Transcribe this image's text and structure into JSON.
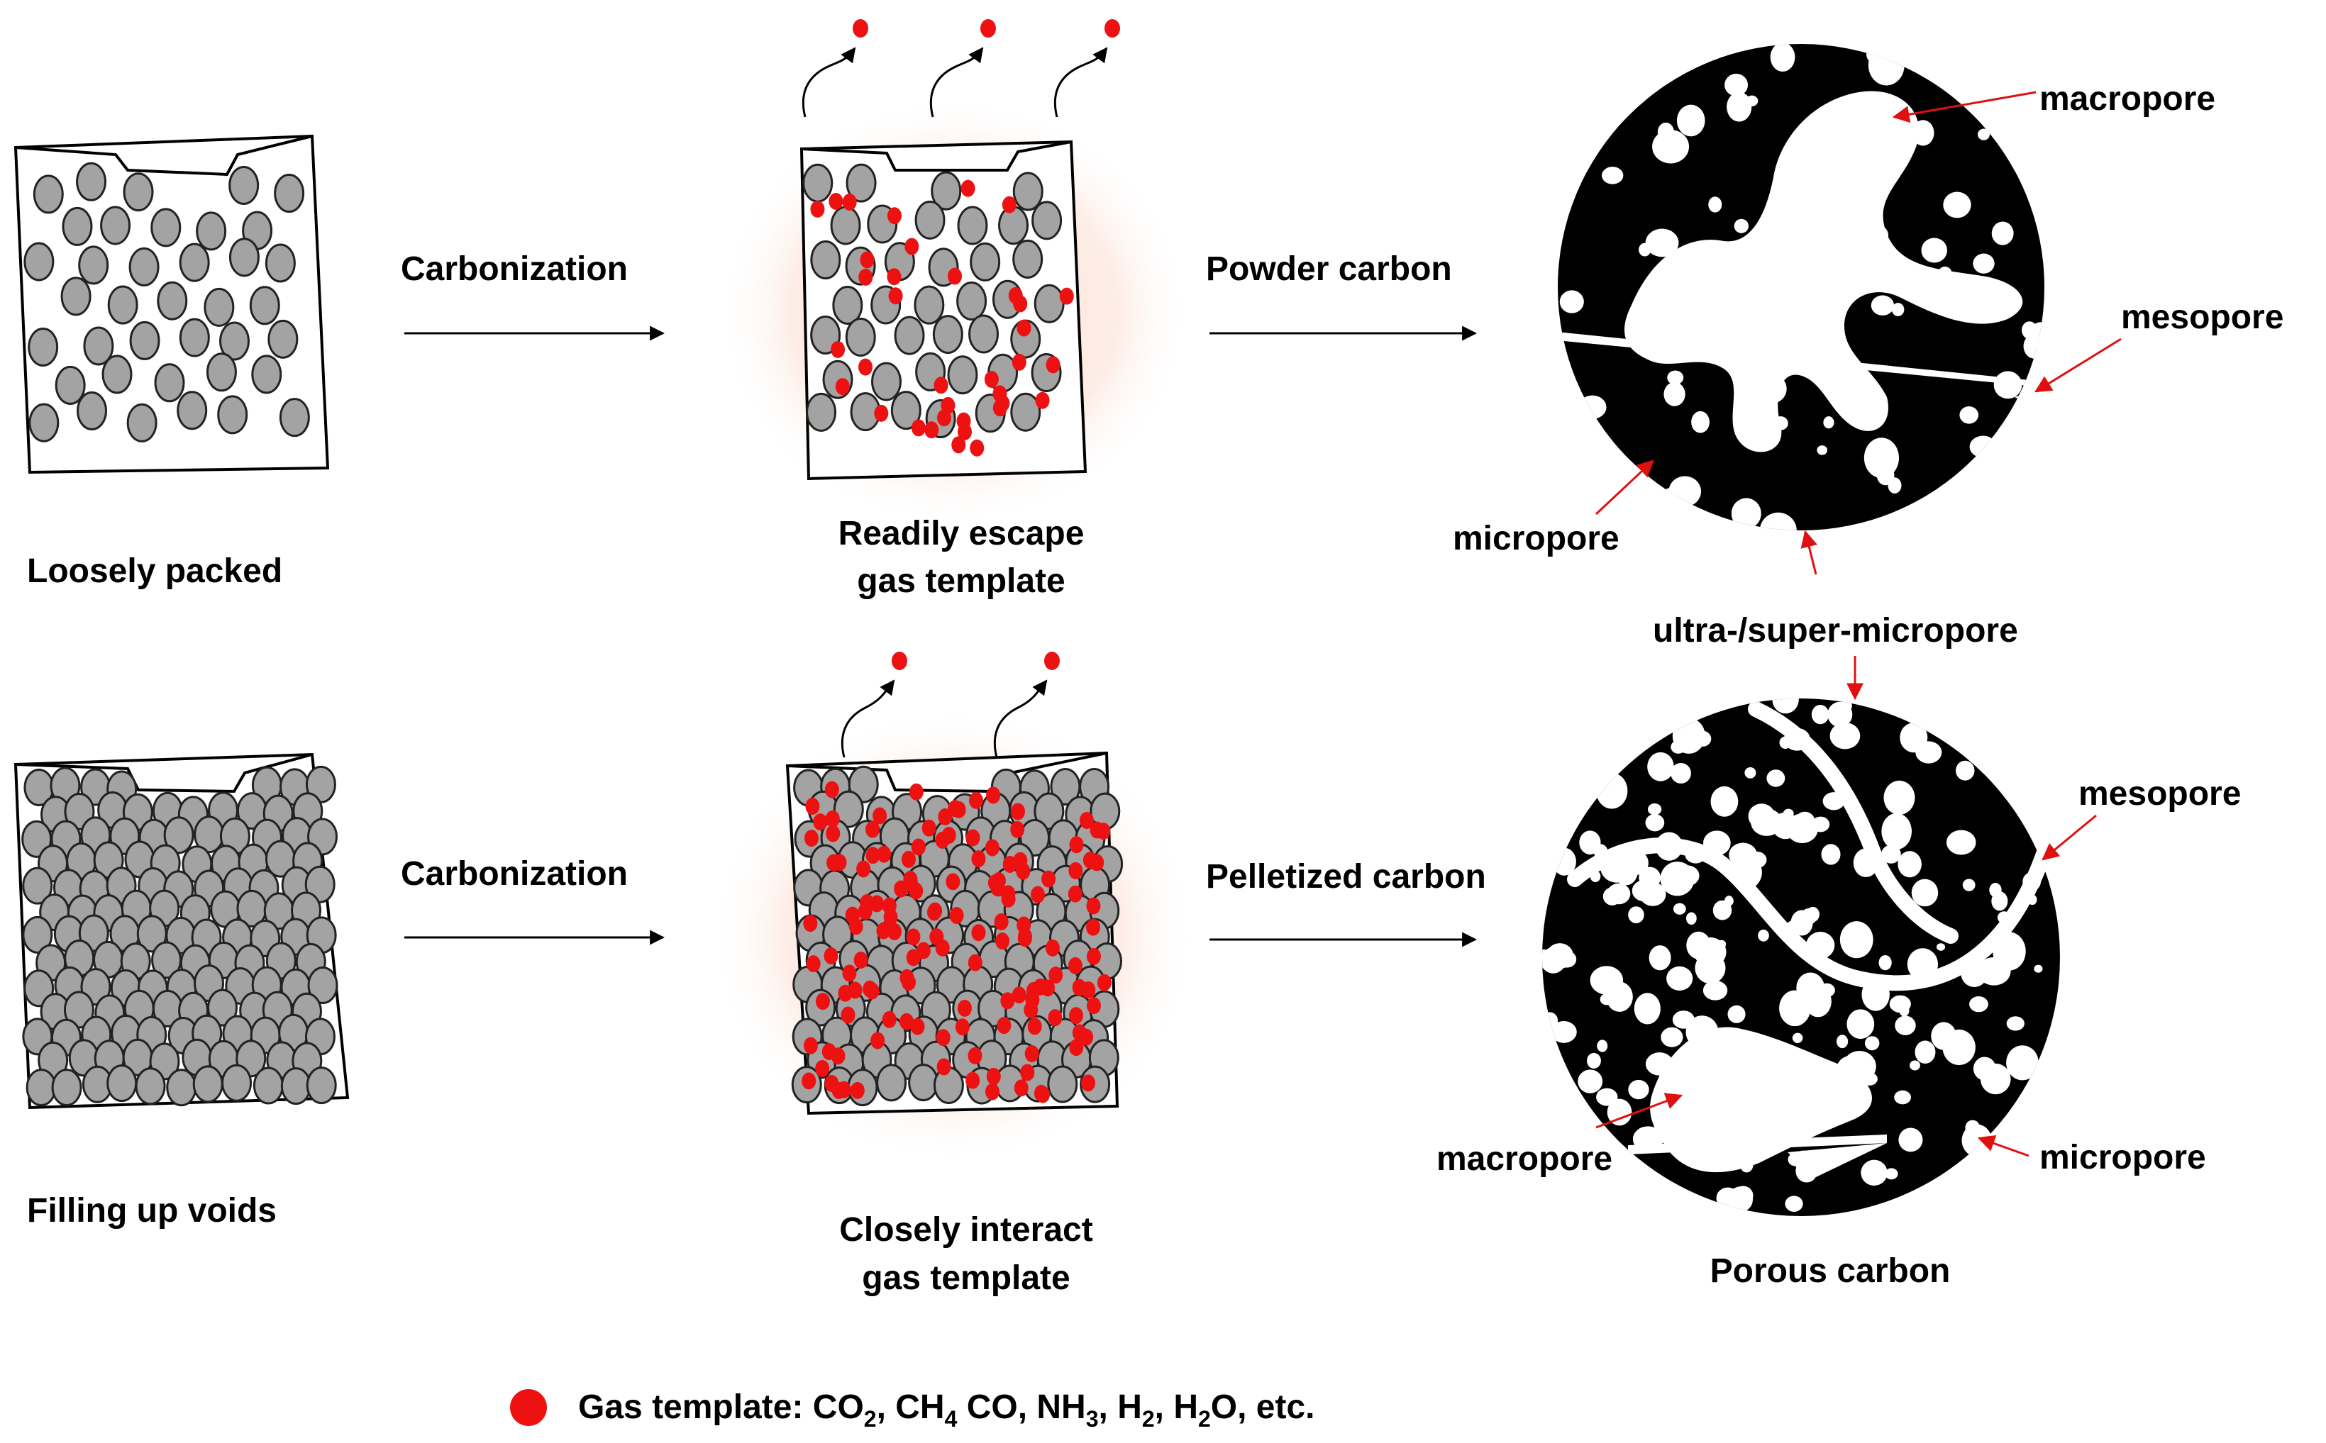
{
  "labels": {
    "loosely_packed": "Loosely packed",
    "filling_up_voids": "Filling up voids",
    "carbonization_top": "Carbonization",
    "carbonization_bottom": "Carbonization",
    "readily_escape_line1": "Readily escape",
    "readily_escape_line2": "gas template",
    "closely_interact_line1": "Closely interact",
    "closely_interact_line2": "gas template",
    "powder_carbon": "Powder carbon",
    "pelletized_carbon": "Pelletized carbon",
    "porous_carbon": "Porous carbon"
  },
  "powder_pores": {
    "macropore": "macropore",
    "mesopore": "mesopore",
    "micropore": "micropore",
    "ultra_super_micropore": "ultra-/super-micropore"
  },
  "pellet_pores": {
    "mesopore": "mesopore",
    "macropore": "macropore",
    "micropore": "micropore"
  },
  "legend": {
    "prefix": "Gas template: CO",
    "sub_co2": "2",
    "ch": ", CH",
    "sub_ch4": "4",
    "co_nh": " CO, NH",
    "sub_nh3": "3",
    "h": ", H",
    "sub_h2": "2",
    "h2o": ", H",
    "sub_h2o": "2",
    "suffix": "O, etc."
  },
  "colors": {
    "particle_fill": "#a3a3a3",
    "gas_red": "#ee1111",
    "glow": "#fde6dc",
    "arrow_red": "#e01010"
  }
}
